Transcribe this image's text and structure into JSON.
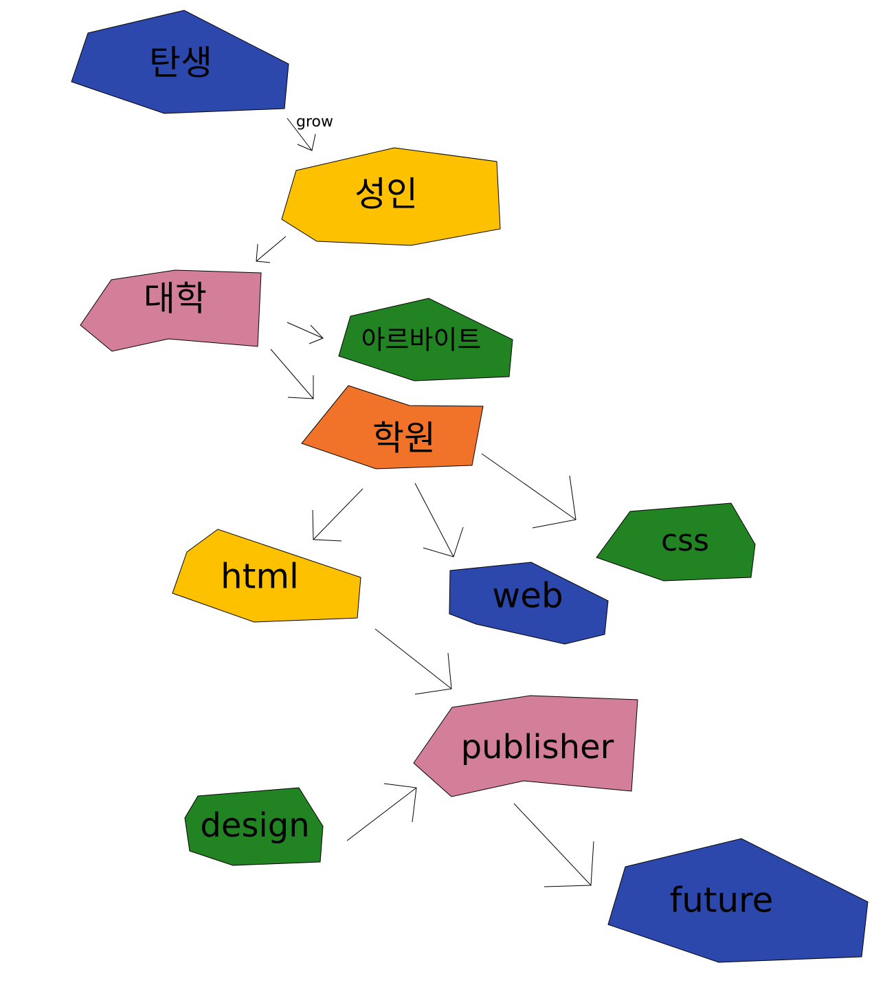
{
  "colors": {
    "blue": "#2c48ad",
    "yellow": "#fec100",
    "pink": "#d47f9a",
    "green": "#228322",
    "orange": "#f1732a"
  },
  "nodes": [
    {
      "id": "birth",
      "label": "탄생",
      "color": "#2c48ad"
    },
    {
      "id": "adult",
      "label": "성인",
      "color": "#fec100"
    },
    {
      "id": "university",
      "label": "대학",
      "color": "#d47f9a"
    },
    {
      "id": "parttime",
      "label": "아르바이트",
      "color": "#228322"
    },
    {
      "id": "academy",
      "label": "학원",
      "color": "#f1732a"
    },
    {
      "id": "html",
      "label": "html",
      "color": "#fec100"
    },
    {
      "id": "web",
      "label": "web",
      "color": "#2c48ad"
    },
    {
      "id": "css",
      "label": "css",
      "color": "#228322"
    },
    {
      "id": "publisher",
      "label": "publisher",
      "color": "#d47f9a"
    },
    {
      "id": "design",
      "label": "design",
      "color": "#228322"
    },
    {
      "id": "future",
      "label": "future",
      "color": "#2c48ad"
    }
  ],
  "edges": [
    {
      "from": "birth",
      "to": "adult",
      "label": "grow"
    },
    {
      "from": "adult",
      "to": "university",
      "label": ""
    },
    {
      "from": "university",
      "to": "parttime",
      "label": ""
    },
    {
      "from": "university",
      "to": "academy",
      "label": ""
    },
    {
      "from": "academy",
      "to": "html",
      "label": ""
    },
    {
      "from": "academy",
      "to": "web",
      "label": ""
    },
    {
      "from": "academy",
      "to": "css",
      "label": ""
    },
    {
      "from": "html",
      "to": "publisher",
      "label": ""
    },
    {
      "from": "design",
      "to": "publisher",
      "label": ""
    },
    {
      "from": "publisher",
      "to": "future",
      "label": ""
    }
  ]
}
